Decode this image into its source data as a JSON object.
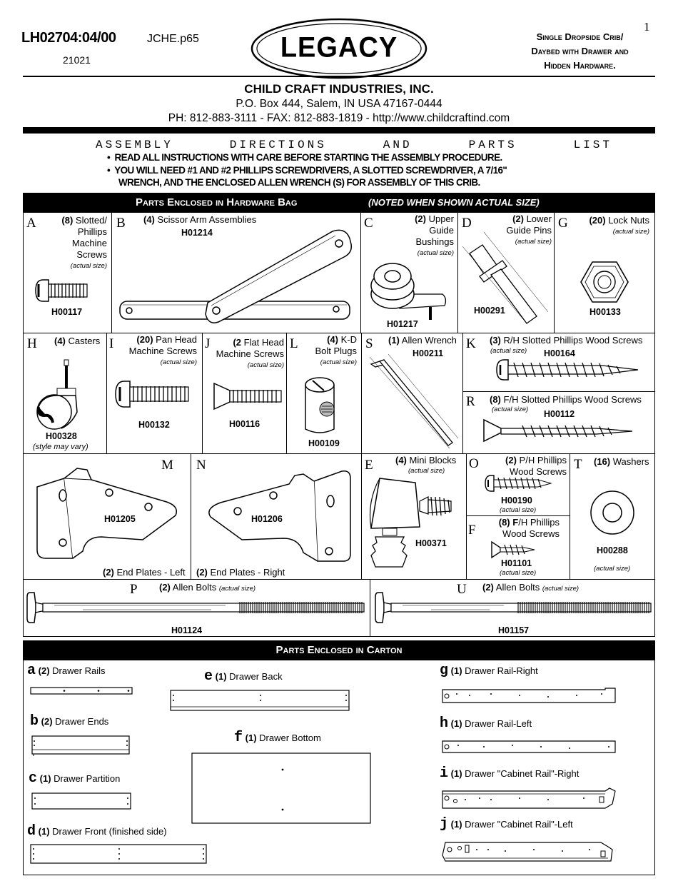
{
  "header": {
    "doc_code": "LH02704:04/00",
    "file": "JCHE.p65",
    "num": "21021",
    "page": "1",
    "logo": "LEGACY",
    "title": [
      "Single Dropside Crib/",
      "Daybed with Drawer and",
      "Hidden Hardware."
    ]
  },
  "company": {
    "name": "CHILD CRAFT INDUSTRIES, INC.",
    "address": "P.O. Box 444, Salem, IN  USA  47167-0444",
    "contact": "PH: 812-883-3111 - FAX: 812-883-1819  -  http://www.childcraftind.com"
  },
  "assembly": {
    "heading": "ASSEMBLY DIRECTIONS AND PARTS LIST",
    "bullet1": "READ ALL INSTRUCTIONS WITH CARE BEFORE STARTING THE ASSEMBLY PROCEDURE.",
    "bullet2a": "YOU WILL NEED #1 AND #2 PHILLIPS SCREWDRIVERS, A SLOTTED SCREWDRIVER, A 7/16\"",
    "bullet2b": "WRENCH, AND THE ENCLOSED ALLEN WRENCH (S) FOR ASSEMBLY OF THIS CRIB."
  },
  "hardware_bar": {
    "title": "Parts Enclosed in Hardware Bag",
    "note": "(NOTED WHEN SHOWN ACTUAL SIZE)"
  },
  "carton_bar": {
    "title": "Parts Enclosed in Carton"
  },
  "hw": {
    "A": {
      "letter": "A",
      "qty": "(8)",
      "l1": "Slotted/",
      "l2": "Phillips",
      "l3": "Machine",
      "l4": "Screws",
      "note": "(actual size)",
      "code": "H00117"
    },
    "B": {
      "letter": "B",
      "qty": "(4)",
      "name": "Scissor Arm Assemblies",
      "code": "H01214"
    },
    "C": {
      "letter": "C",
      "qty": "(2)",
      "l1": "Upper",
      "l2": "Guide",
      "l3": "Bushings",
      "note": "(actual size)",
      "code": "H01217"
    },
    "D": {
      "letter": "D",
      "qty": "(2)",
      "l1": "Lower",
      "l2": "Guide Pins",
      "note": "(actual size)",
      "code": "H00291"
    },
    "G": {
      "letter": "G",
      "qty": "(20)",
      "name": "Lock Nuts",
      "note": "(actual size)",
      "code": "H00133"
    },
    "H": {
      "letter": "H",
      "qty": "(4)",
      "name": "Casters",
      "code": "H00328",
      "note": "(style may vary)"
    },
    "I": {
      "letter": "I",
      "qty": "(20)",
      "l1": "Pan Head",
      "l2": "Machine Screws",
      "note": "(actual size)",
      "code": "H00132"
    },
    "J": {
      "letter": "J",
      "qty": "(2",
      "l1": "Flat Head",
      "l2": "Machine Screws",
      "note": "(actual size)",
      "code": "H00116"
    },
    "L": {
      "letter": "L",
      "qty": "(4)",
      "l1": "K-D",
      "l2": "Bolt Plugs",
      "note": "(actual size)",
      "code": "H00109"
    },
    "S": {
      "letter": "S",
      "qty": "(1)",
      "name": "Allen Wrench",
      "code": "H00211"
    },
    "K": {
      "letter": "K",
      "qty": "(3)",
      "name": "R/H Slotted Phillips Wood Screws",
      "note": "(actual size)",
      "code": "H00164"
    },
    "R": {
      "letter": "R",
      "qty": "(8)",
      "name": "F/H Slotted Phillips Wood Screws",
      "note": "(actual size)",
      "code": "H00112"
    },
    "M": {
      "letter": "M",
      "qty": "(2)",
      "name": "End Plates - Left",
      "code": "H01205"
    },
    "N": {
      "letter": "N",
      "qty": "(2)",
      "name": "End Plates - Right",
      "code": "H01206"
    },
    "E": {
      "letter": "E",
      "qty": "(4)",
      "name": "Mini Blocks",
      "note": "(actual size)",
      "code": "H00371"
    },
    "O": {
      "letter": "O",
      "qty": "(2)",
      "l1": "P/H Phillips",
      "l2": "Wood Screws",
      "code": "H00190",
      "note": "(actual size)"
    },
    "F": {
      "letter": "F",
      "qty": "(8)",
      "l1": "F/H Phillips",
      "l2": "Wood Screws",
      "code": "H01101",
      "note": "(actual size)"
    },
    "T": {
      "letter": "T",
      "qty": "(16)",
      "name": "Washers",
      "code": "H00288",
      "note": "(actual size)"
    },
    "P": {
      "letter": "P",
      "qty": "(2)",
      "name": "Allen Bolts",
      "note": "(actual size)",
      "code": "H01124"
    },
    "U": {
      "letter": "U",
      "qty": "(2)",
      "name": "Allen Bolts",
      "note": "(actual size)",
      "code": "H01157"
    }
  },
  "carton": {
    "a": {
      "letter": "a",
      "qty": "(2)",
      "name": "Drawer Rails"
    },
    "b": {
      "letter": "b",
      "qty": "(2)",
      "name": "Drawer Ends"
    },
    "c": {
      "letter": "c",
      "qty": "(1)",
      "name": "Drawer Partition"
    },
    "d": {
      "letter": "d",
      "qty": "(1)",
      "name": "Drawer Front (finished side)"
    },
    "e": {
      "letter": "e",
      "qty": "(1)",
      "name": "Drawer Back"
    },
    "f": {
      "letter": "f",
      "qty": "(1)",
      "name": "Drawer Bottom"
    },
    "g": {
      "letter": "g",
      "qty": "(1)",
      "name": "Drawer Rail-Right"
    },
    "h": {
      "letter": "h",
      "qty": "(1)",
      "name": "Drawer Rail-Left"
    },
    "i": {
      "letter": "i",
      "qty": "(1)",
      "name": "Drawer \"Cabinet Rail\"-Right"
    },
    "j": {
      "letter": "j",
      "qty": "(1)",
      "name": "Drawer \"Cabinet Rail\"-Left"
    }
  }
}
